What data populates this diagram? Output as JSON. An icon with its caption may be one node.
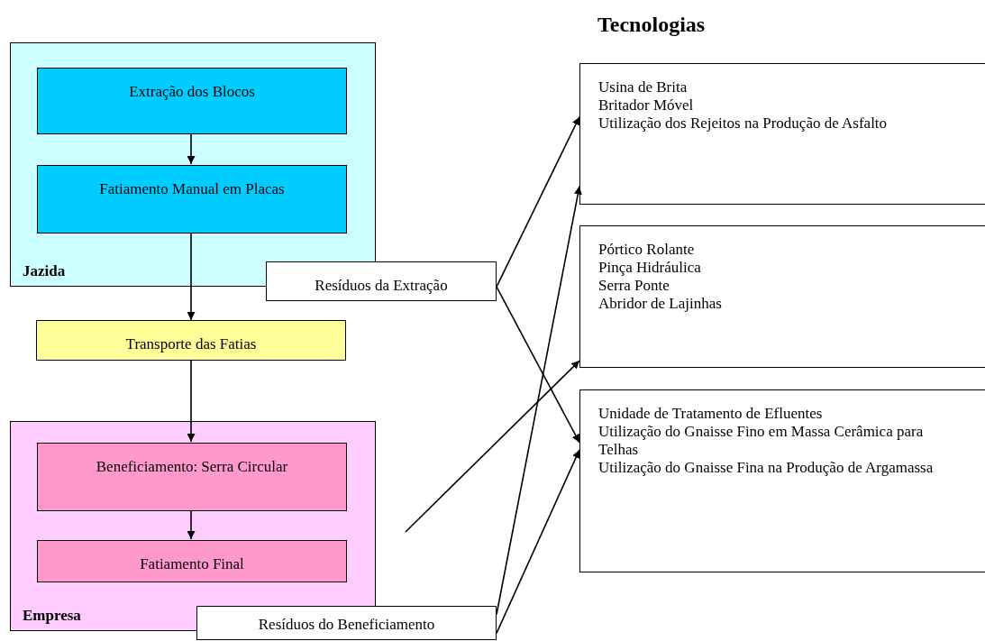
{
  "diagram": {
    "title": "Tecnologias",
    "nodes": [
      {
        "text": [
          "Jazida"
        ]
      },
      {
        "text": [
          "Extração dos Blocos"
        ],
        "in": 0
      },
      {
        "text": [
          "Fatiamento Manual em Placas"
        ],
        "in": 0
      },
      {
        "text": [
          "Resíduos da Extração"
        ]
      },
      {
        "text": [
          "Transporte das Fatias"
        ]
      },
      {
        "text": [
          "Empresa"
        ]
      },
      {
        "text": [
          "Beneficiamento: Serra Circular"
        ],
        "in": 5
      },
      {
        "text": [
          "Fatiamento Final"
        ],
        "in": 5
      },
      {
        "text": [
          "Resíduos do Beneficiamento"
        ]
      },
      {
        "text": [
          "Usina de Brita",
          "Britador Móvel",
          "Utilização dos Rejeitos na Produção de Asfalto"
        ]
      },
      {
        "text": [
          "Pórtico Rolante",
          "Pinça Hidráulica",
          "Serra Ponte",
          "Abridor de Lajinhas"
        ]
      },
      {
        "text": [
          "Unidade de Tratamento de Efluentes",
          "Utilização do Gnaisse Fino em Massa Cerâmica para Telhas",
          "Utilização do Gnaisse Fina na Produção de Argamassa"
        ]
      }
    ],
    "edges": [
      {
        "from": 1,
        "to": 2,
        "arrow": "to"
      },
      {
        "from": 2,
        "to": 4,
        "arrow": "to"
      },
      {
        "from": 4,
        "to": 6,
        "arrow": "to"
      },
      {
        "from": 6,
        "to": 7,
        "arrow": "to"
      },
      {
        "from": 3,
        "to": 9,
        "arrow": "to"
      },
      {
        "from": 3,
        "to": 11,
        "arrow": "to"
      },
      {
        "from": null,
        "to": 10,
        "arrow": "to"
      },
      {
        "from": 8,
        "to": 9,
        "arrow": "to"
      },
      {
        "from": 8,
        "to": 11,
        "arrow": "to"
      }
    ]
  }
}
